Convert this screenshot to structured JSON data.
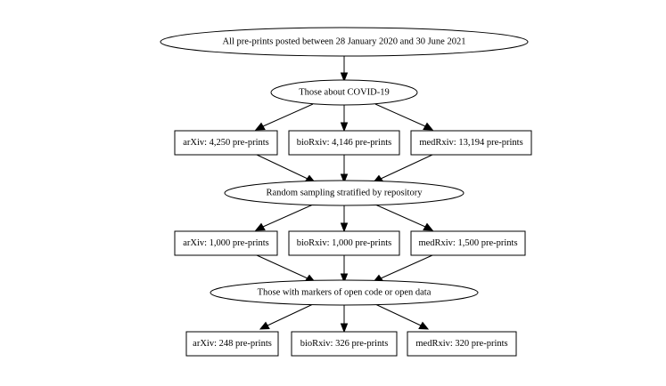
{
  "nodes": {
    "all_preprints": "All pre-prints posted between 28 January 2020 and 30 June 2021",
    "covid": "Those about COVID-19",
    "arxiv_total": "arXiv: 4,250 pre-prints",
    "biorxiv_total": "bioRxiv: 4,146 pre-prints",
    "medrxiv_total": "medRxiv: 13,194 pre-prints",
    "sampling": "Random sampling stratified by repository",
    "arxiv_sample": "arXiv: 1,000 pre-prints",
    "biorxiv_sample": "bioRxiv: 1,000 pre-prints",
    "medrxiv_sample": "medRxiv: 1,500 pre-prints",
    "markers": "Those with markers of open code or open data",
    "arxiv_final": "arXiv: 248 pre-prints",
    "biorxiv_final": "bioRxiv: 326 pre-prints",
    "medrxiv_final": "medRxiv: 320 pre-prints"
  }
}
